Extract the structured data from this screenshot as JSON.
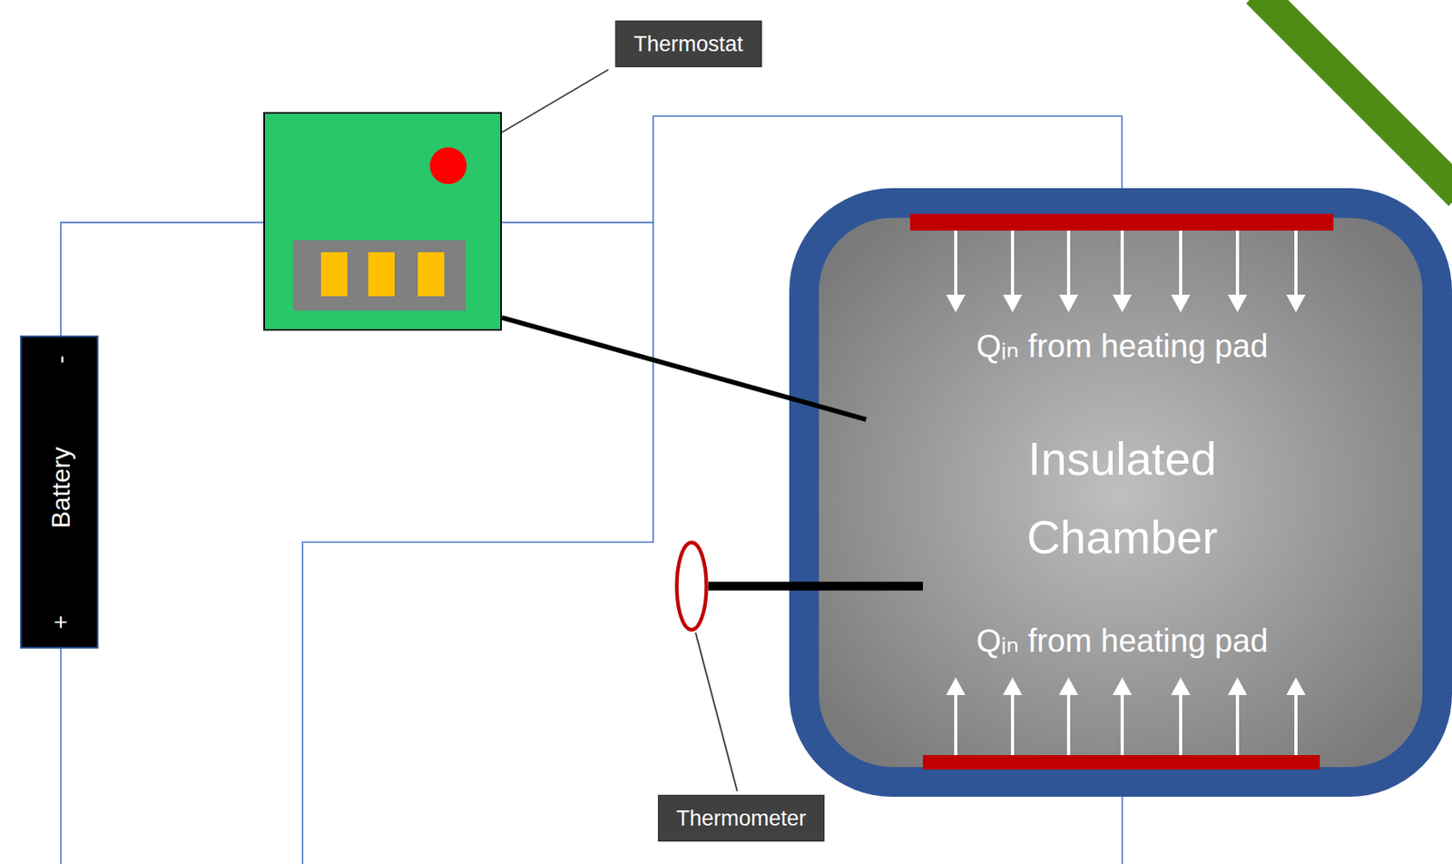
{
  "diagram": {
    "nodes": [
      {
        "text": [
          "Thermostat"
        ]
      },
      {
        "text": [
          "-",
          "Battery",
          "+"
        ]
      },
      {
        "text": [
          "Qᵢₙ from heating pad",
          "Insulated Chamber",
          "Qᵢₙ from heating pad"
        ]
      },
      {
        "text": [
          "Thermometer"
        ]
      }
    ],
    "edges": [
      {
        "from": 1,
        "to": 0,
        "arrow": "none"
      },
      {
        "from": 0,
        "to": 2,
        "arrow": "none"
      },
      {
        "from": 0,
        "to": 2,
        "arrow": "none"
      },
      {
        "from": 3,
        "to": 2,
        "arrow": "none"
      }
    ]
  }
}
